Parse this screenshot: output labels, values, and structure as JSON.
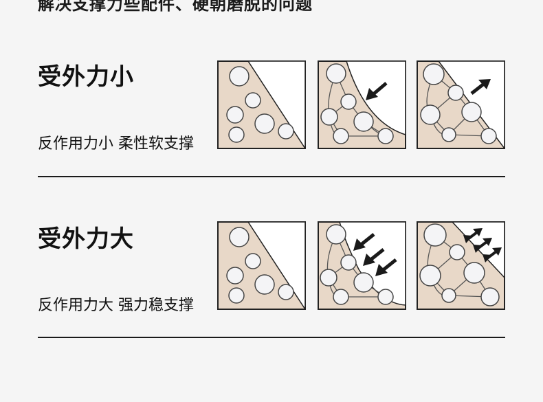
{
  "top_caption": "解决支撑力些配件、硬朝磨脱的问题",
  "sections": [
    {
      "heading": "受外力小",
      "description": "反作用力小 柔性软支撑"
    },
    {
      "heading": "受外力大",
      "description": "反作用力大 强力稳支撑"
    }
  ],
  "colors": {
    "background": "#f5f5f5",
    "foam": "#e8d8c8",
    "outline": "#222222",
    "ball": "#f4f4f6",
    "arrow": "#1a1a1a"
  }
}
